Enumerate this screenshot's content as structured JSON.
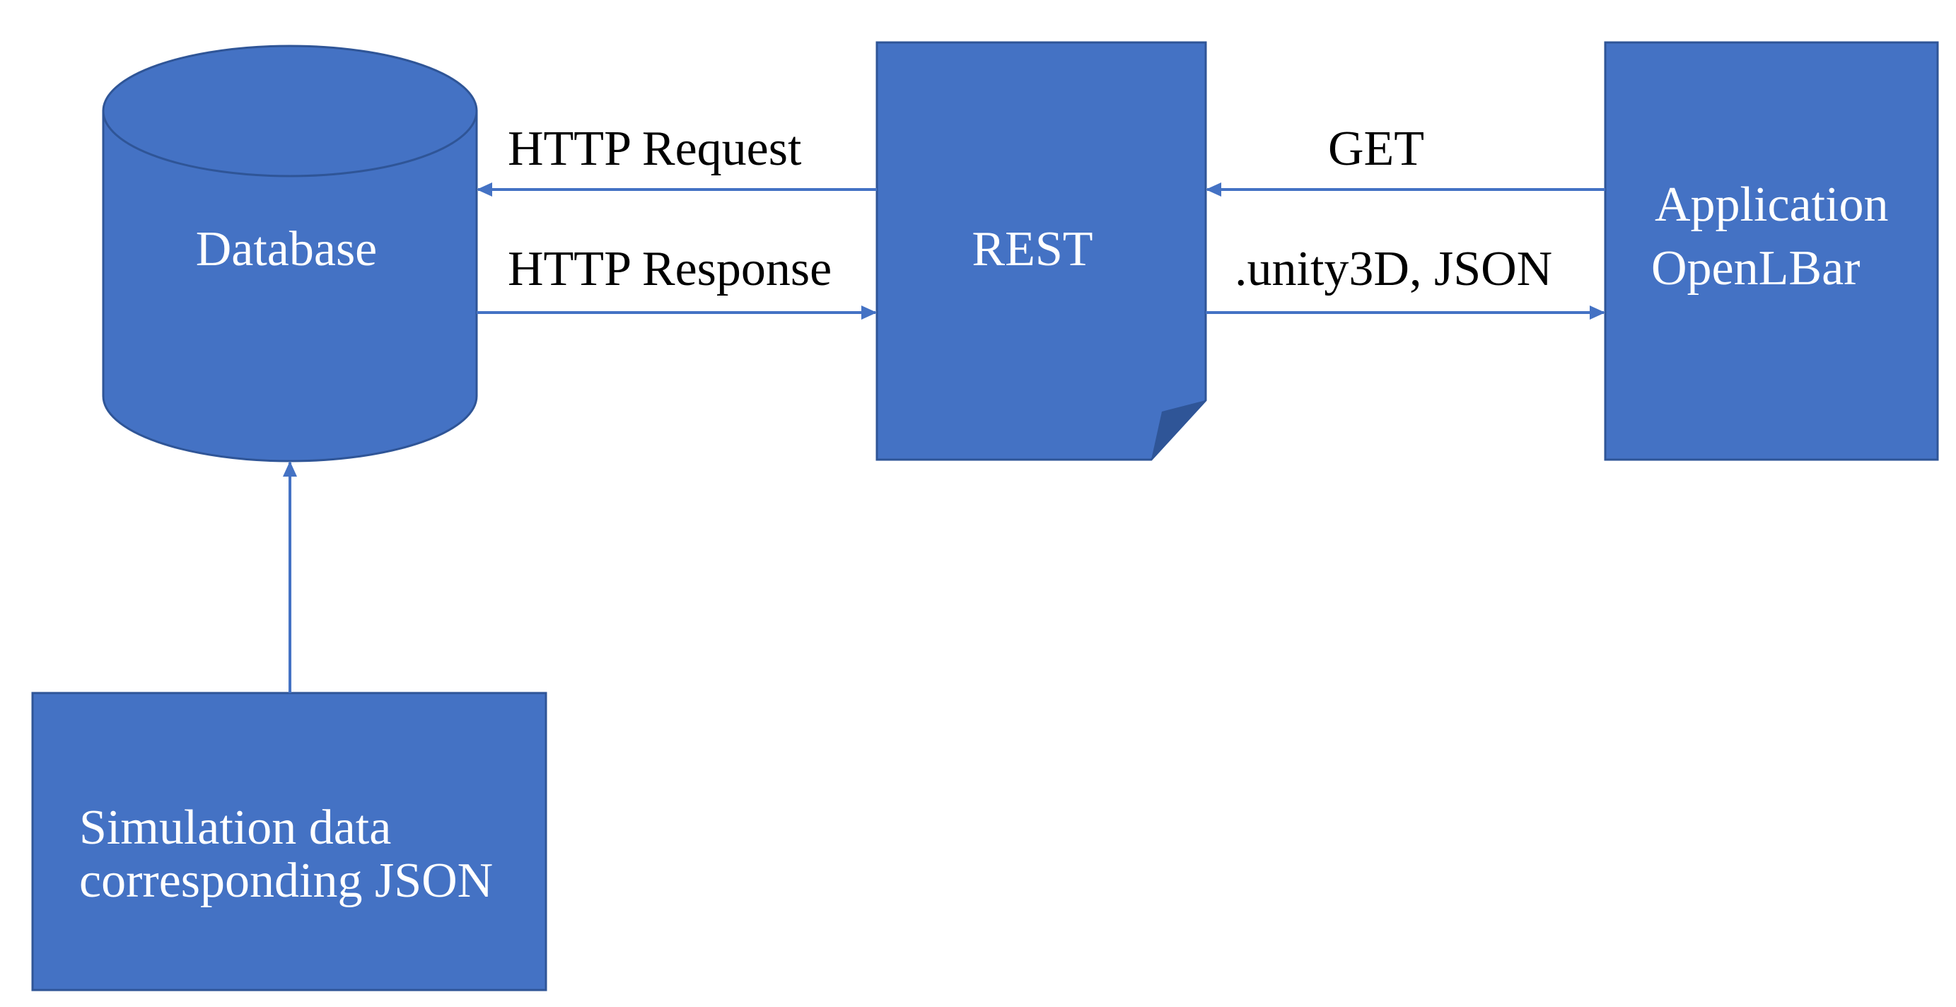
{
  "colors": {
    "node_fill": "#4472C4",
    "node_stroke": "#2F5597",
    "node_fold": "#2F5597",
    "arrow": "#4472C4",
    "node_text": "#FFFFFF",
    "edge_text": "#000000"
  },
  "nodes": {
    "database": {
      "label": "Database",
      "shape": "cylinder"
    },
    "rest": {
      "label": "REST",
      "shape": "document"
    },
    "application": {
      "line1": "Application",
      "line2": "OpenLBar",
      "shape": "rectangle"
    },
    "simulation": {
      "line1": "Simulation data",
      "line2": "corresponding JSON",
      "shape": "rectangle"
    }
  },
  "edges": {
    "http_request": {
      "label": "HTTP Request",
      "from": "REST",
      "to": "Database"
    },
    "http_response": {
      "label": "HTTP Response",
      "from": "Database",
      "to": "REST"
    },
    "get": {
      "label": "GET",
      "from": "Application OpenLBar",
      "to": "REST"
    },
    "unity_json": {
      "label": ".unity3D, JSON",
      "from": "REST",
      "to": "Application OpenLBar"
    },
    "upload": {
      "label": "",
      "from": "Simulation data corresponding JSON",
      "to": "Database"
    }
  }
}
